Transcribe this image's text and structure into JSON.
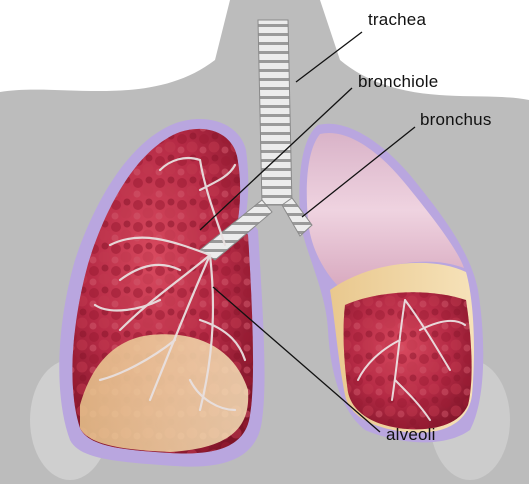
{
  "diagram": {
    "labels": {
      "trachea": "trachea",
      "bronchiole": "bronchiole",
      "bronchus": "bronchus",
      "alveoli": "alveoli"
    }
  },
  "colors": {
    "background": "#ffffff",
    "body_silhouette": "#b9b9b9",
    "pleura": "#b9a6df",
    "lung_tissue": "#b52a45",
    "upper_lobe": "#e6bcd0",
    "airway": "#e2e2e2",
    "leader_line": "#111111"
  }
}
